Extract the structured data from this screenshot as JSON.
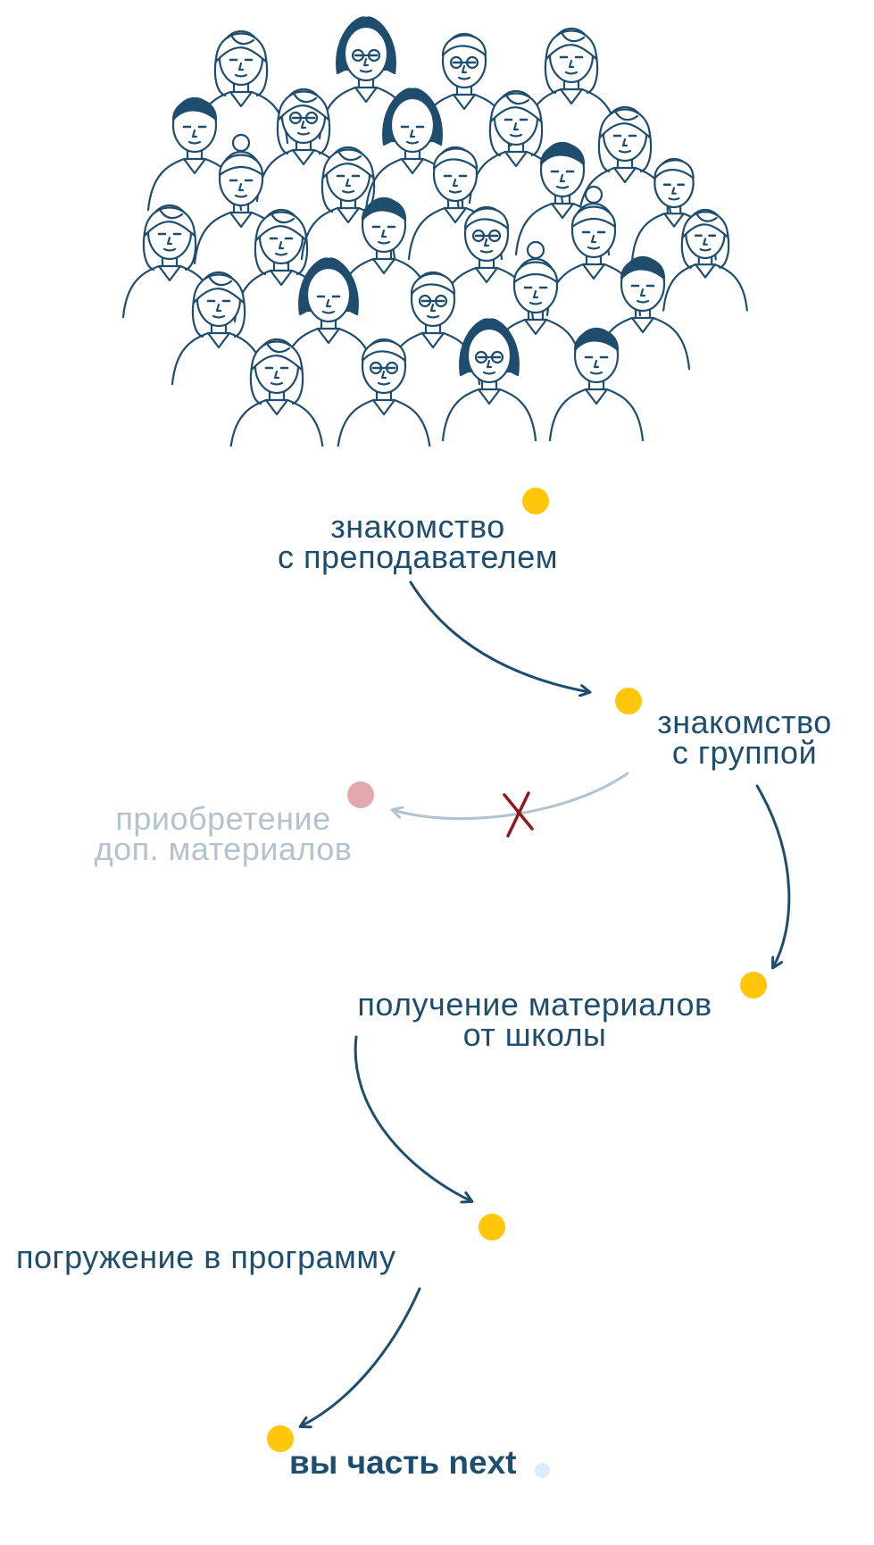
{
  "illustration": {
    "name": "crowd-of-people"
  },
  "colors": {
    "text": "#1f4d6e",
    "muted_text": "#b2c2cf",
    "arrow": "#1f4d6e",
    "muted_arrow": "#b2c2cf",
    "accent_dot": "#ffc60a",
    "rejected_dot": "#e2a9ad",
    "cross": "#8e1b1b",
    "final_dot": "#dcedfa"
  },
  "steps": [
    {
      "lines": [
        "знакомство",
        "с преподавателем"
      ]
    },
    {
      "lines": [
        "знакомство",
        "с группой"
      ]
    },
    {
      "lines": [
        "приобретение",
        "доп. материалов"
      ],
      "status": "rejected"
    },
    {
      "lines": [
        "получение материалов",
        "от школы"
      ]
    },
    {
      "lines": [
        "погружение  в программу"
      ]
    },
    {
      "lines": [
        "вы часть next"
      ]
    }
  ]
}
